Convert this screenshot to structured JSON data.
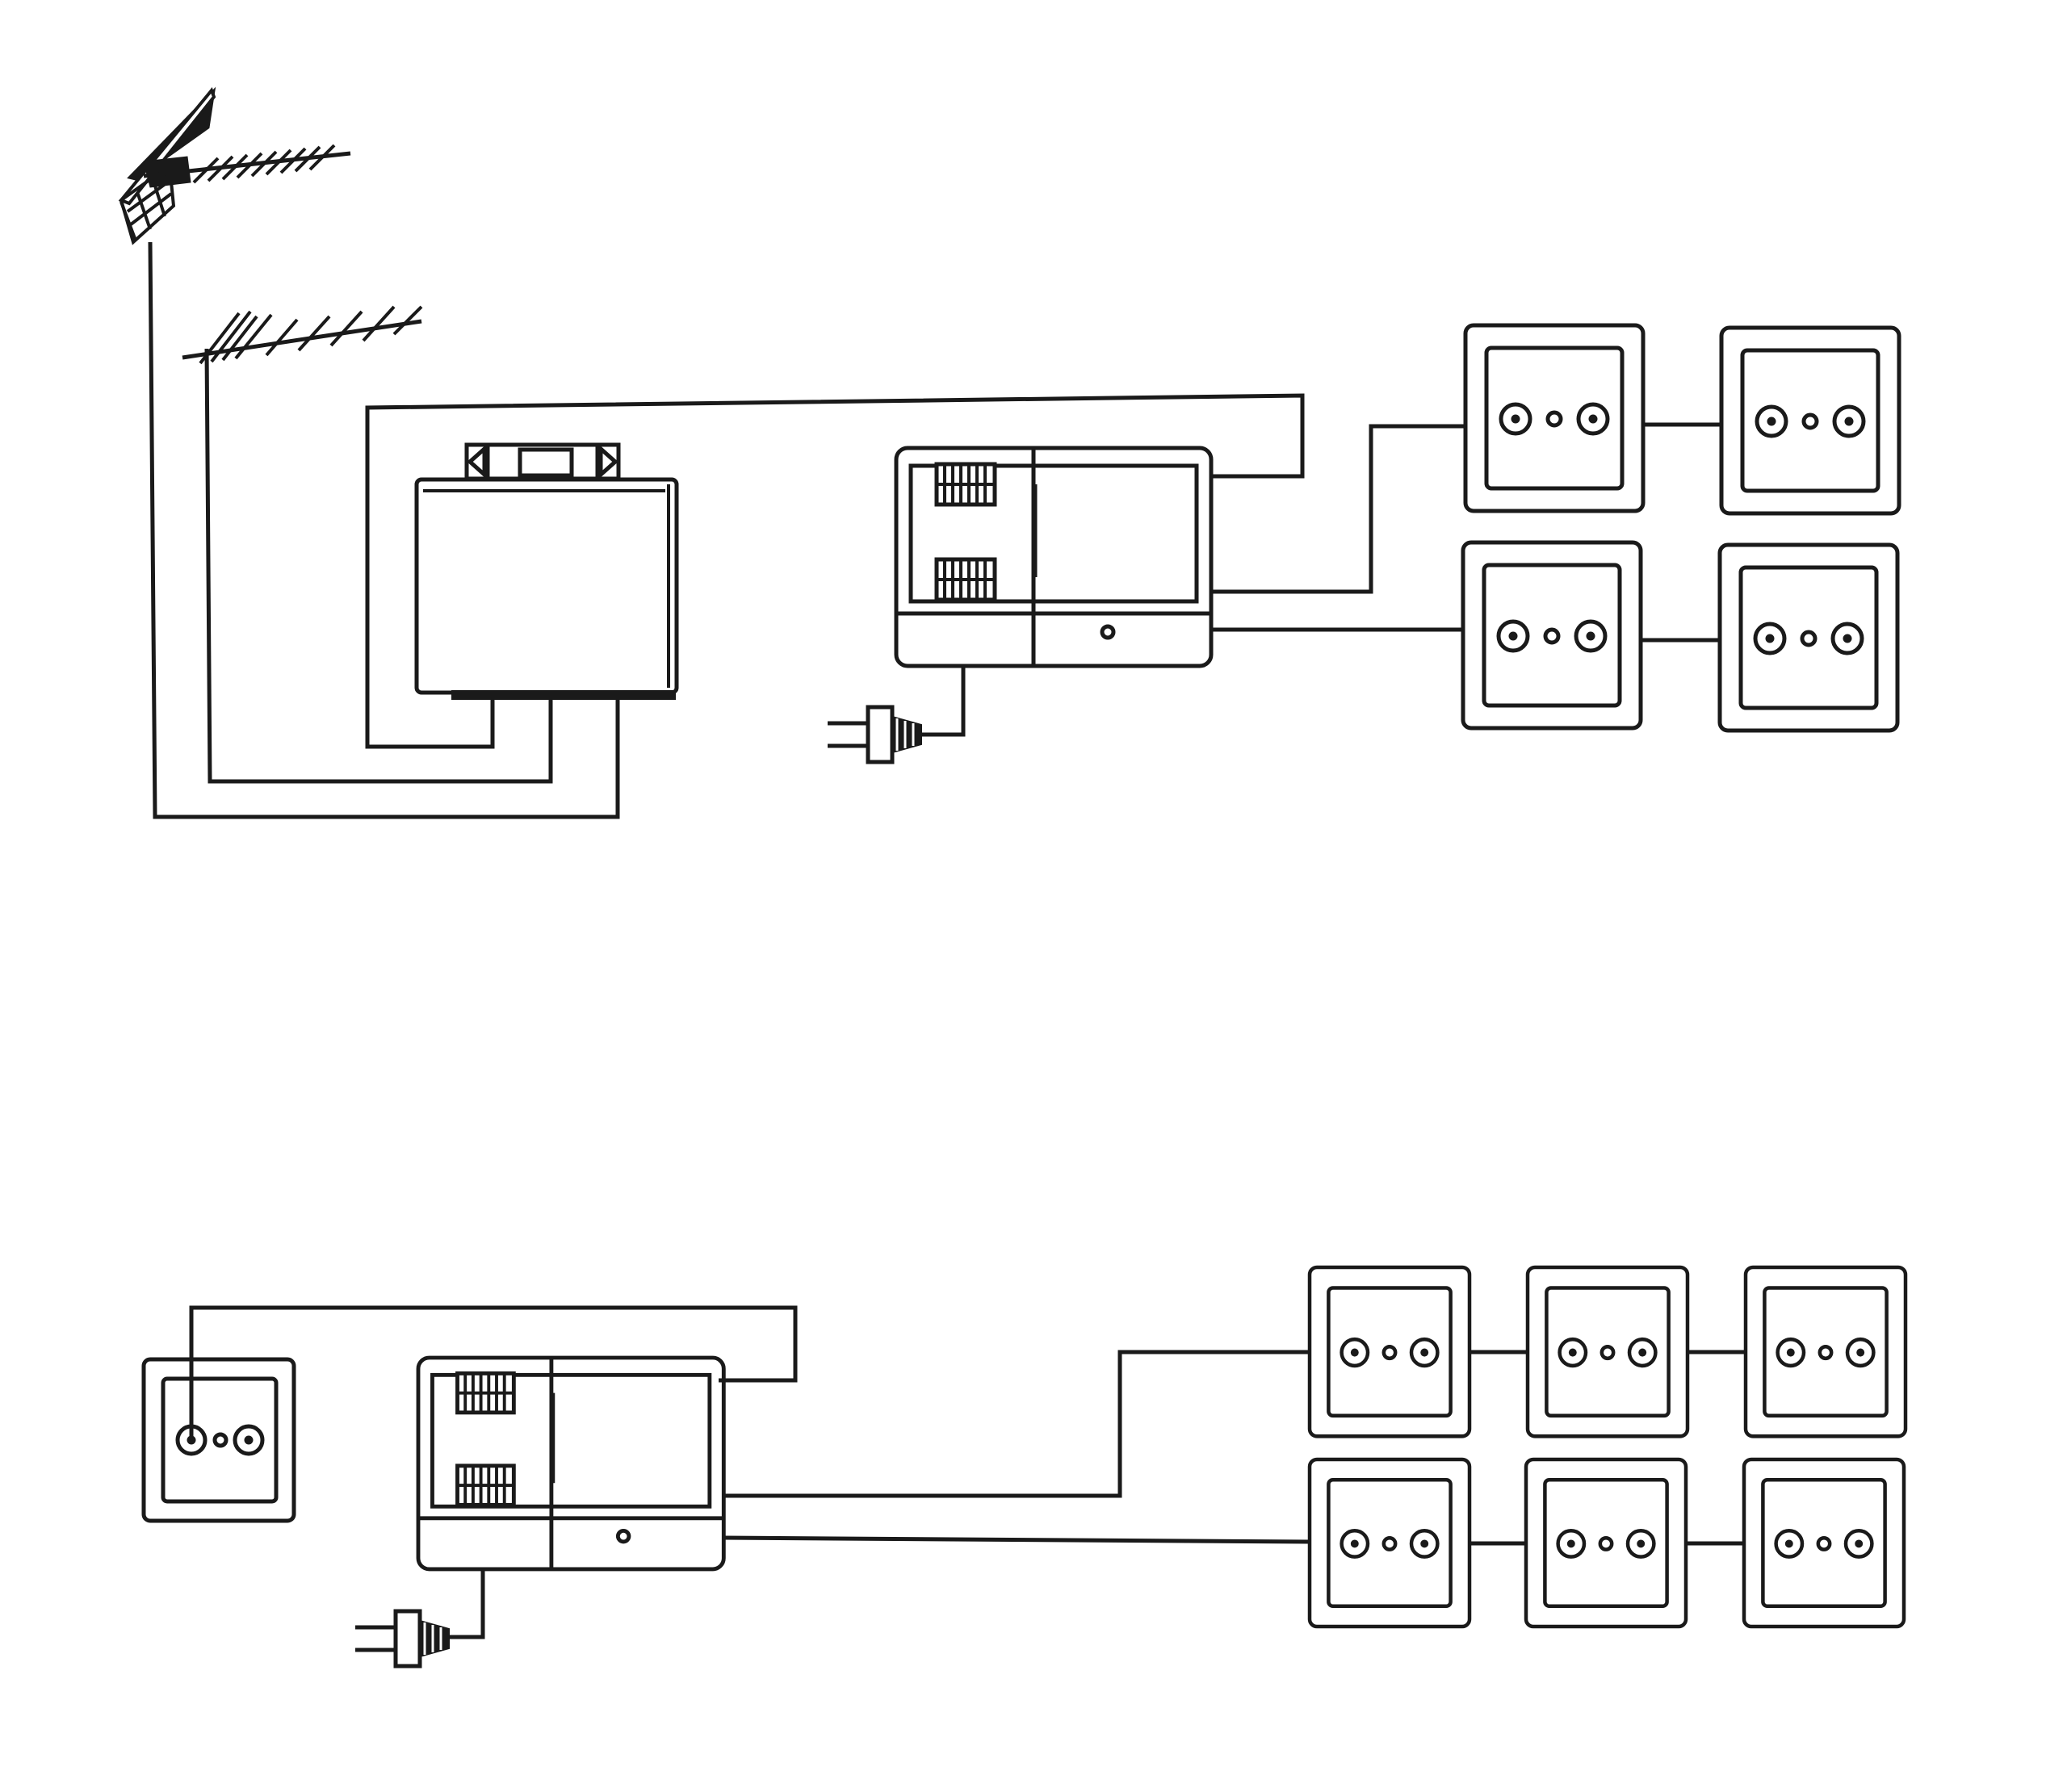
{
  "colors": {
    "line": "#1a1a1a",
    "background": "#ffffff"
  },
  "diagram": {
    "kind": "tv-antenna-distribution-wiring",
    "schemes": [
      {
        "name": "scheme-top",
        "source": "antennas",
        "antennas": [
          "panel-yagi-antenna-icon",
          "yagi-antenna-icon"
        ],
        "preamp": "antenna-preamplifier-icon",
        "amplifier": "distribution-amplifier-icon",
        "outlet_rows": 2,
        "outlets_per_row": 2
      },
      {
        "name": "scheme-bottom",
        "source": "wall-outlet",
        "amplifier": "distribution-amplifier-icon",
        "outlet_rows": 2,
        "outlets_per_row": 3
      }
    ],
    "icons": {
      "outlet": "tv-outlet-icon",
      "plug": "power-plug-icon",
      "terminal": "terminal-block-icon"
    }
  }
}
